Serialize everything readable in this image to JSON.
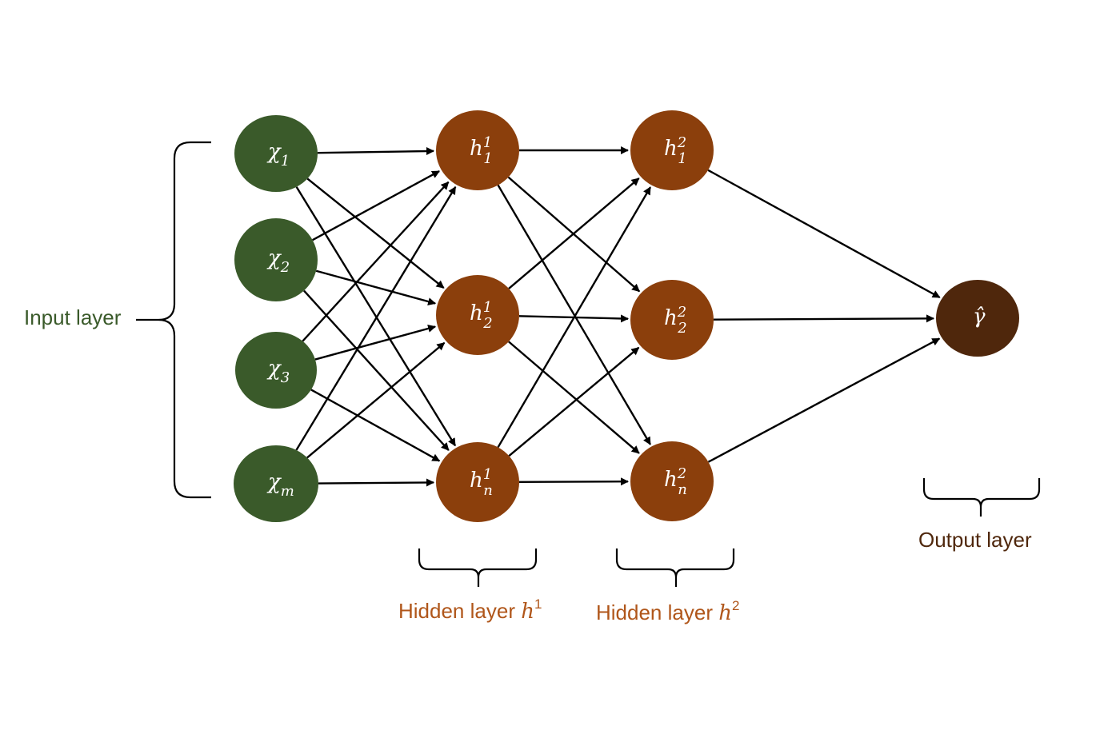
{
  "colors": {
    "input": "#3a5a2a",
    "hidden": "#8b3f0c",
    "output": "#4f270c",
    "edge": "#000000",
    "input_caption": "#3a5a2a",
    "hidden_caption": "#b0561a",
    "output_caption": "#4f270c"
  },
  "layers": {
    "input": {
      "caption": "Input layer",
      "nodes": [
        {
          "base": "χ",
          "sub": "1",
          "sup": ""
        },
        {
          "base": "χ",
          "sub": "2",
          "sup": ""
        },
        {
          "base": "χ",
          "sub": "3",
          "sup": ""
        },
        {
          "base": "χ",
          "sub": "m",
          "sup": ""
        }
      ]
    },
    "hidden1": {
      "caption": "Hidden layer ",
      "caption_math_base": "h",
      "caption_math_sup": "1",
      "nodes": [
        {
          "base": "h",
          "sub": "1",
          "sup": "1"
        },
        {
          "base": "h",
          "sub": "2",
          "sup": "1"
        },
        {
          "base": "h",
          "sub": "n",
          "sup": "1"
        }
      ]
    },
    "hidden2": {
      "caption": "Hidden layer ",
      "caption_math_base": "h",
      "caption_math_sup": "2",
      "nodes": [
        {
          "base": "h",
          "sub": "1",
          "sup": "2"
        },
        {
          "base": "h",
          "sub": "2",
          "sup": "2"
        },
        {
          "base": "h",
          "sub": "n",
          "sup": "2"
        }
      ]
    },
    "output": {
      "caption": "Output layer",
      "nodes": [
        {
          "base": "γ̂",
          "sub": "",
          "sup": ""
        }
      ]
    }
  }
}
